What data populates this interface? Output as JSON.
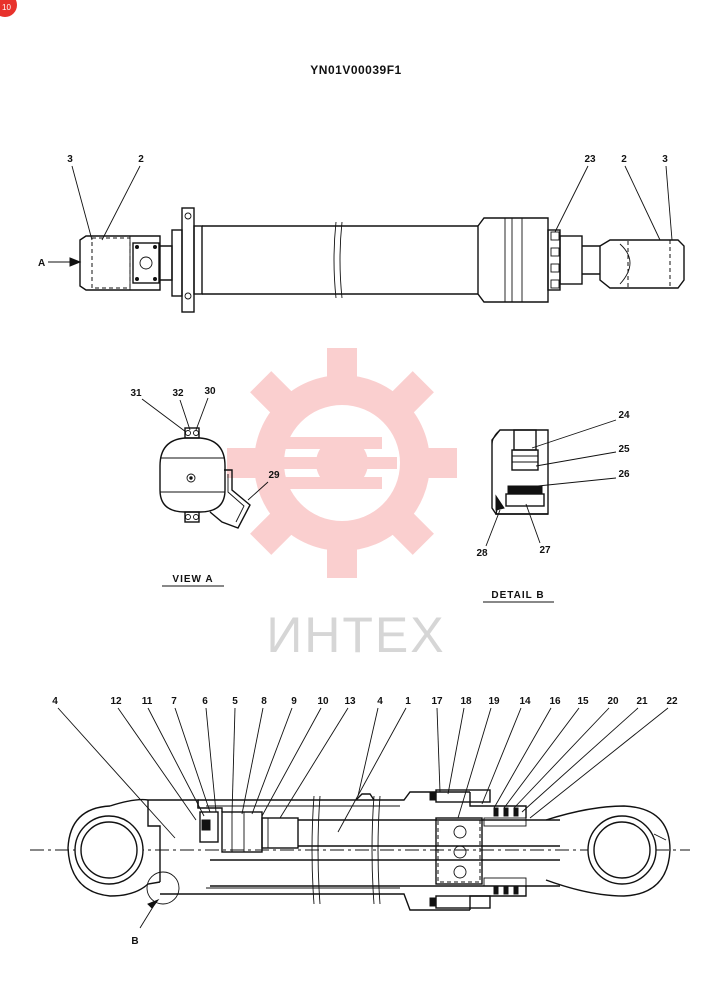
{
  "drawing": {
    "code": "YN01V00039F1",
    "view_a_caption": "VIEW A",
    "detail_b_caption": "DETAIL B",
    "marker_a": "A",
    "marker_b": "B"
  },
  "watermark": {
    "text": "ИНТЕХ",
    "color": "#f26c6c"
  },
  "callouts": {
    "top_left": [
      "3",
      "2"
    ],
    "top_right": [
      "23",
      "2",
      "3"
    ],
    "view_a": [
      "31",
      "32",
      "30",
      "29"
    ],
    "detail_b": [
      "24",
      "25",
      "26",
      "28",
      "27"
    ],
    "section": [
      "4",
      "12",
      "11",
      "7",
      "6",
      "5",
      "8",
      "9",
      "10",
      "13",
      "4",
      "1",
      "17",
      "18",
      "19",
      "14",
      "16",
      "15",
      "20",
      "21",
      "22"
    ]
  },
  "corner_badge": {
    "text": "10",
    "color": "#e8322c"
  }
}
